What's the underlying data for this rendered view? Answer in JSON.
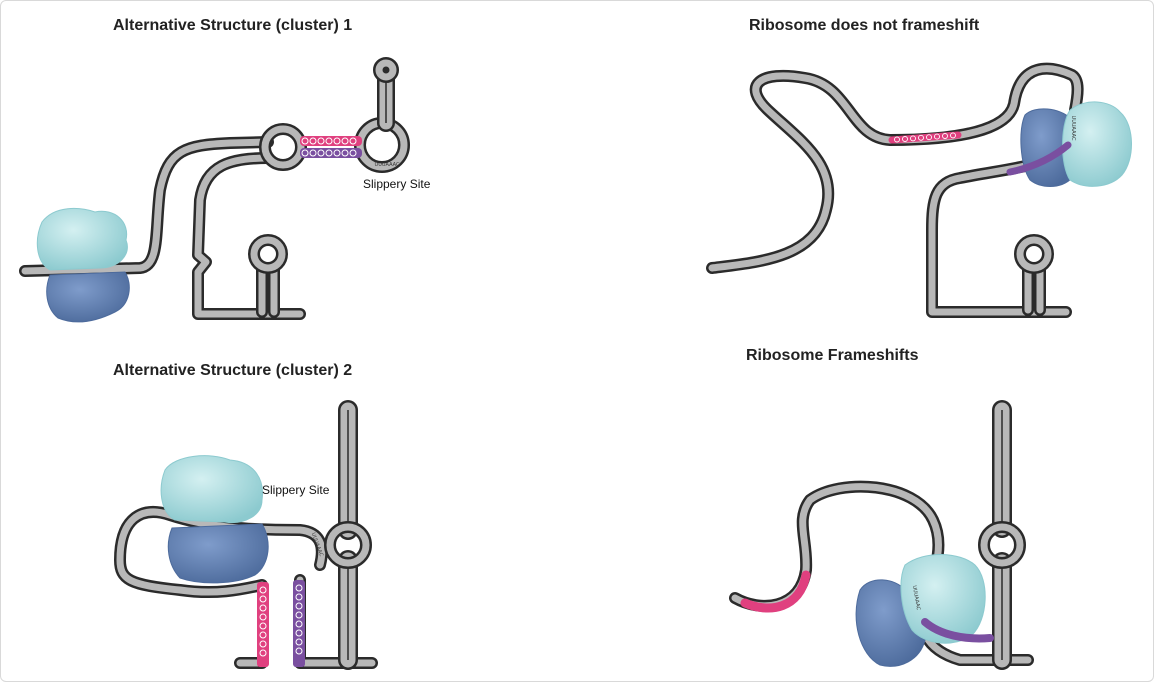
{
  "panels": {
    "top_left": {
      "title": "Alternative Structure (cluster) 1",
      "label": "Slippery Site",
      "slippery_seq": "UUUAAAC"
    },
    "top_right": {
      "title": "Ribosome does not frameshift",
      "slippery_seq": "UUUAAAC"
    },
    "bottom_left": {
      "title": "Alternative Structure (cluster) 2",
      "label": "Slippery Site",
      "slippery_seq": "UUUAAAC"
    },
    "bottom_right": {
      "title": "Ribosome Frameshifts",
      "slippery_seq": "UUUAAAC"
    }
  },
  "colors": {
    "rna_fill": "#b8b8b8",
    "rna_outline": "#2b2b2b",
    "pink_strand": "#e0407f",
    "purple_strand": "#7a4fa0",
    "ribosome_small": "#a9dcdf",
    "ribosome_large": "#5f7fae"
  }
}
